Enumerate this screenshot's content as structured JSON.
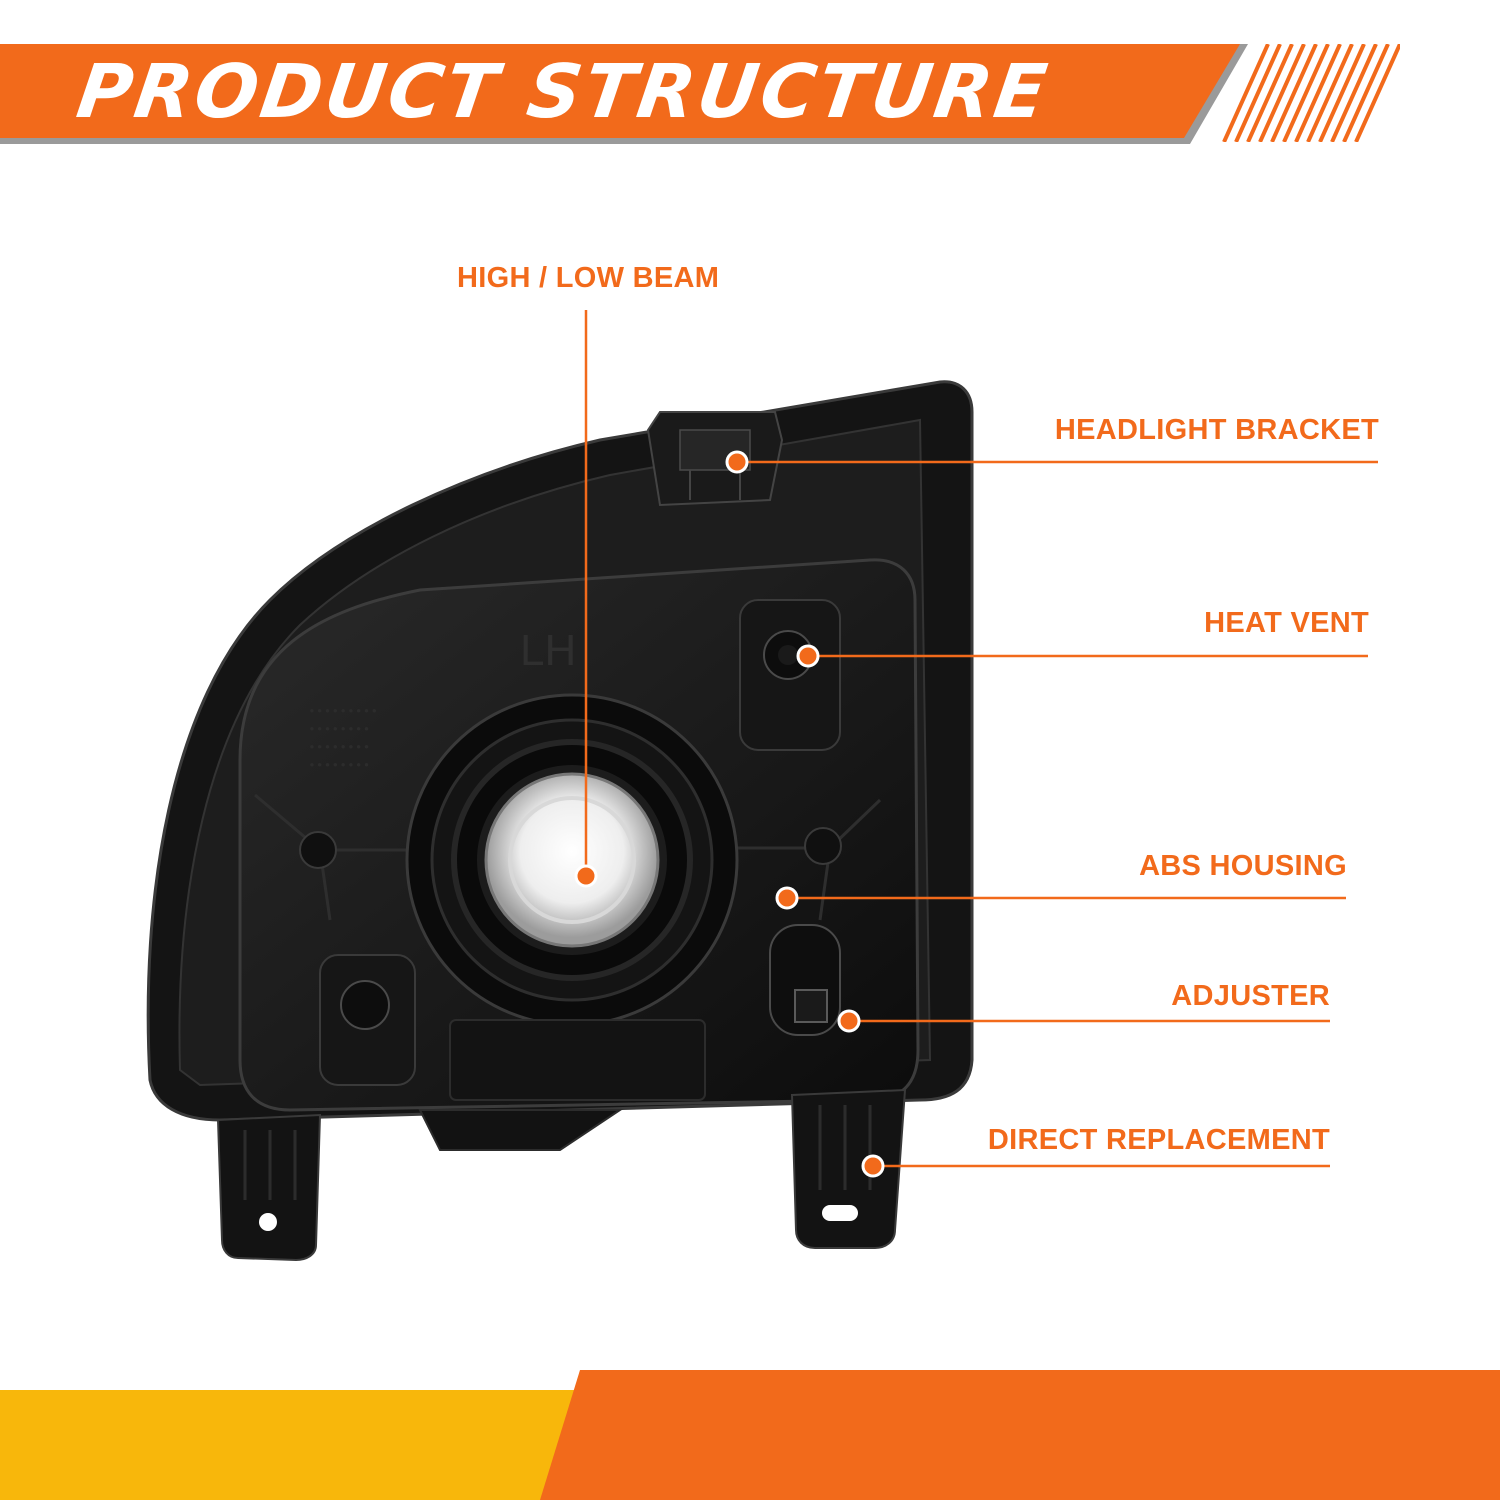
{
  "header": {
    "title": "PRODUCT STRUCTURE",
    "accent_color": "#f26a1b",
    "shadow_color": "#9a9a9a"
  },
  "callouts": {
    "high_low_beam": "HIGH / LOW BEAM",
    "headlight_bracket": "HEADLIGHT BRACKET",
    "heat_vent": "HEAT VENT",
    "abs_housing": "ABS HOUSING",
    "adjuster": "ADJUSTER",
    "direct_replacement": "DIRECT REPLACEMENT"
  },
  "footer": {
    "left_color": "#f8b70b",
    "right_color": "#f26a1b"
  }
}
